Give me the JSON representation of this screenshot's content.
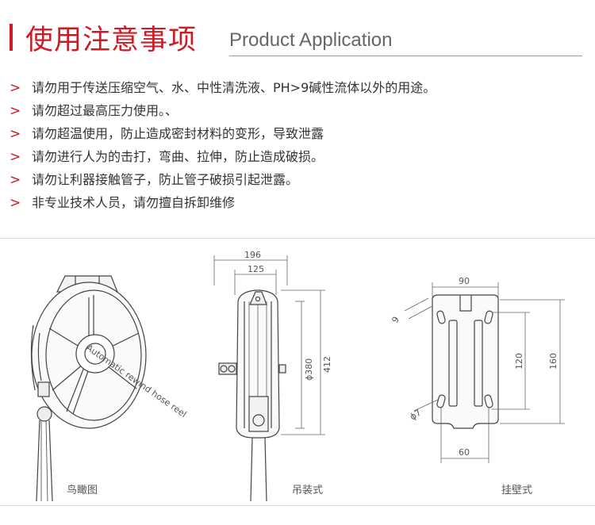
{
  "header": {
    "title_cn": "使用注意事项",
    "title_en": "Product Application"
  },
  "notes": [
    "请勿用于传送压缩空气、水、中性清洗液、PH>9碱性流体以外的用途。",
    "请勿超过最高压力使用。、",
    "请勿超温使用，防止造成密封材料的变形，导致泄露",
    "请勿进行人为的击打，弯曲、拉伸，防止造成破损。",
    "请勿让利器接触管子，防止管子破损引起泄露。",
    "非专业技术人员，请勿擅自拆卸维修"
  ],
  "bullet_symbol": ">",
  "diagrams": {
    "birdseye": {
      "caption": "鸟瞰图",
      "label_text": "Automatic rewind hose reel"
    },
    "hanging": {
      "caption": "吊装式",
      "dim_width_outer": "196",
      "dim_width_inner": "125",
      "dim_diameter": "ϕ380",
      "dim_height": "412"
    },
    "wall": {
      "caption": "挂壁式",
      "dim_top": "90",
      "dim_slot": "9",
      "dim_inner_height": "120",
      "dim_height": "160",
      "dim_hole": "ϕ7",
      "dim_bottom": "60"
    }
  },
  "colors": {
    "accent": "#cc1b24",
    "text": "#333333",
    "line": "#9a9a9a"
  }
}
